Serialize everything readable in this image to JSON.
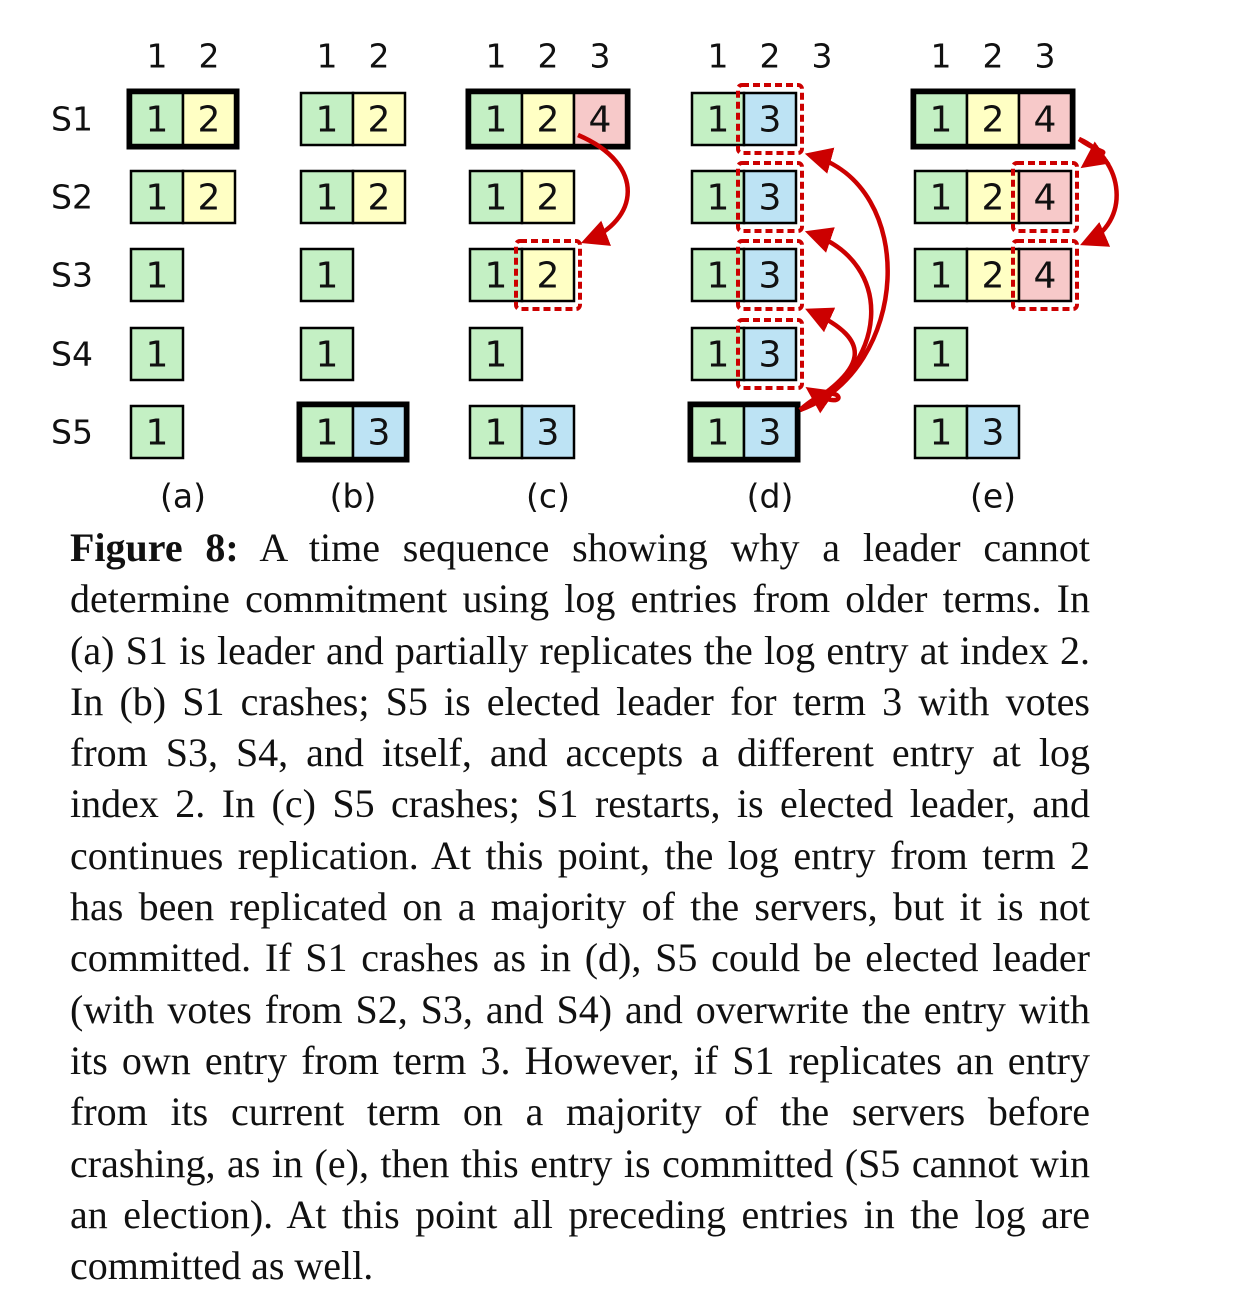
{
  "server_labels": [
    "S1",
    "S2",
    "S3",
    "S4",
    "S5"
  ],
  "colors": {
    "term1": "#c4f0c4",
    "term2": "#ffffc4",
    "term3": "#bde3f4",
    "term4": "#f7c9c9",
    "highlight": "#cc0000",
    "border": "#000000"
  },
  "panels": [
    {
      "label": "(a)",
      "index_labels": [
        "1",
        "2"
      ],
      "leader": "S1",
      "logs": [
        [
          "1",
          "2"
        ],
        [
          "1",
          "2"
        ],
        [
          "1"
        ],
        [
          "1"
        ],
        [
          "1"
        ]
      ],
      "dashed_highlights": [],
      "arrows": []
    },
    {
      "label": "(b)",
      "index_labels": [
        "1",
        "2"
      ],
      "leader": "S5",
      "logs": [
        [
          "1",
          "2"
        ],
        [
          "1",
          "2"
        ],
        [
          "1"
        ],
        [
          "1"
        ],
        [
          "1",
          "3"
        ]
      ],
      "dashed_highlights": [],
      "arrows": []
    },
    {
      "label": "(c)",
      "index_labels": [
        "1",
        "2",
        "3"
      ],
      "leader": "S1",
      "logs": [
        [
          "1",
          "2",
          "4"
        ],
        [
          "1",
          "2"
        ],
        [
          "1",
          "2"
        ],
        [
          "1"
        ],
        [
          "1",
          "3"
        ]
      ],
      "dashed_highlights": [
        "S3"
      ],
      "arrows": [
        {
          "from": "S1",
          "to": "S3"
        }
      ]
    },
    {
      "label": "(d)",
      "index_labels": [
        "1",
        "2",
        "3"
      ],
      "leader": "S5",
      "logs": [
        [
          "1",
          "3"
        ],
        [
          "1",
          "3"
        ],
        [
          "1",
          "3"
        ],
        [
          "1",
          "3"
        ],
        [
          "1",
          "3"
        ]
      ],
      "dashed_highlights": [
        "S1",
        "S2",
        "S3",
        "S4"
      ],
      "arrows": [
        {
          "from": "S5",
          "to": "S1"
        },
        {
          "from": "S5",
          "to": "S2"
        },
        {
          "from": "S5",
          "to": "S3"
        },
        {
          "from": "S5",
          "to": "S4"
        }
      ]
    },
    {
      "label": "(e)",
      "index_labels": [
        "1",
        "2",
        "3"
      ],
      "leader": "S1",
      "logs": [
        [
          "1",
          "2",
          "4"
        ],
        [
          "1",
          "2",
          "4"
        ],
        [
          "1",
          "2",
          "4"
        ],
        [
          "1"
        ],
        [
          "1",
          "3"
        ]
      ],
      "dashed_highlights": [
        "S2",
        "S3"
      ],
      "arrows": [
        {
          "from": "S1",
          "to": "S2"
        },
        {
          "from": "S1",
          "to": "S3"
        }
      ]
    }
  ],
  "caption": {
    "title": "Figure 8:",
    "text": " A time sequence showing why a leader cannot determine commitment using log entries from older terms. In (a) S1 is leader and partially replicates the log entry at index 2. In (b) S1 crashes; S5 is elected leader for term 3 with votes from S3, S4, and itself, and accepts a different entry at log index 2. In (c) S5 crashes; S1 restarts, is elected leader, and continues replication. At this point, the log entry from term 2 has been replicated on a majority of the servers, but it is not committed. If S1 crashes as in (d), S5 could be elected leader (with votes from S2, S3, and S4) and overwrite the entry with its own entry from term 3. However, if S1 replicates an entry from its current term on a majority of the servers before crashing, as in (e), then this entry is committed (S5 cannot win an election). At this point all preceding entries in the log are committed as well."
  }
}
